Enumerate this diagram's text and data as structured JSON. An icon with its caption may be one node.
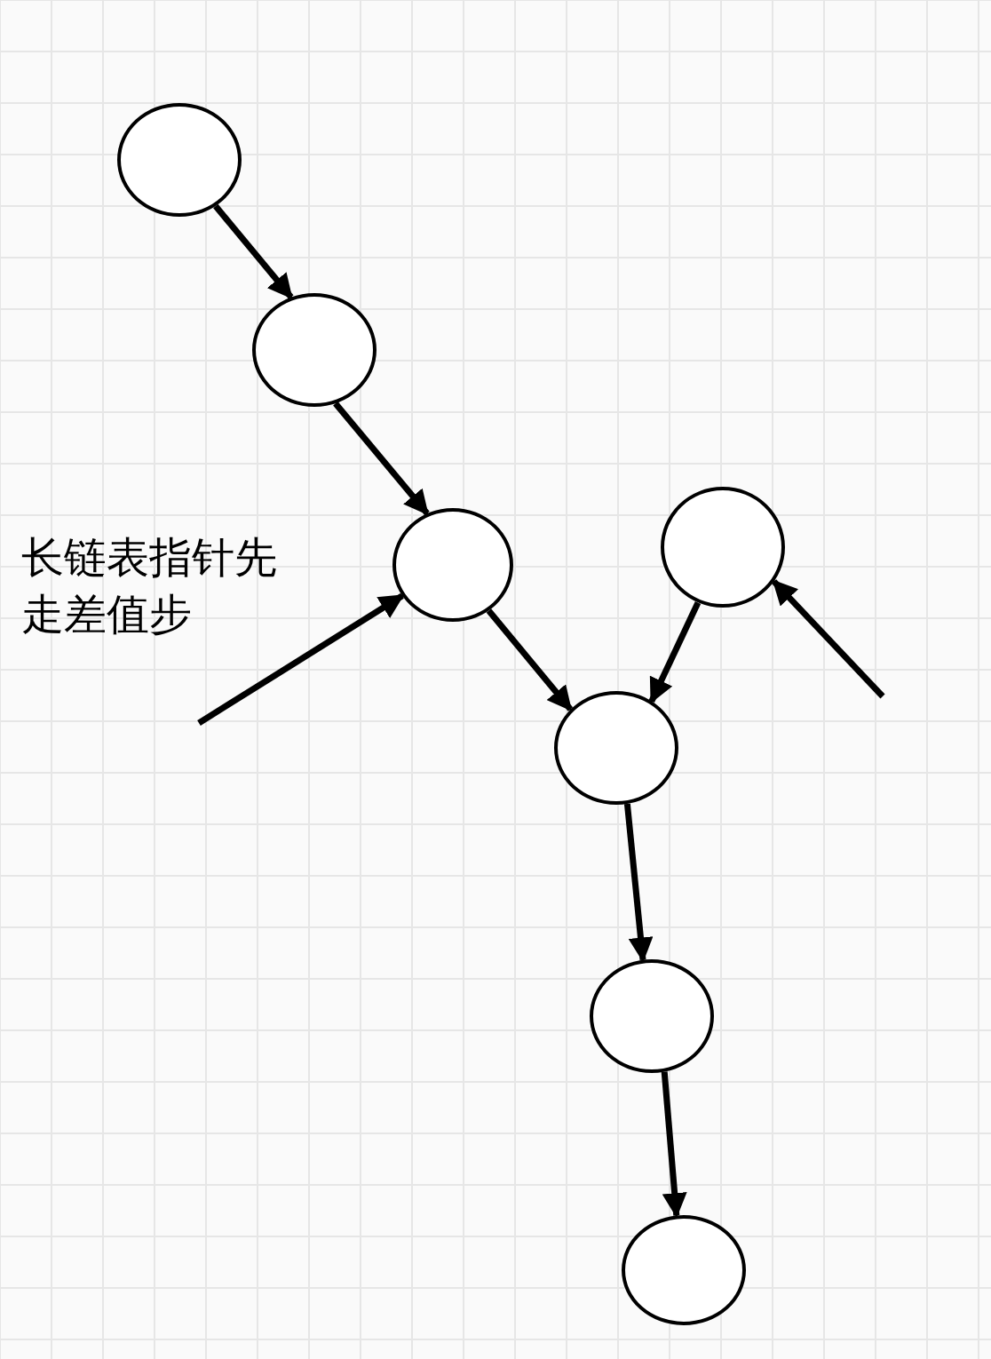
{
  "diagram": {
    "nodes": [
      {
        "text": [],
        "shape": "circle"
      },
      {
        "text": [],
        "shape": "circle"
      },
      {
        "text": [],
        "shape": "circle"
      },
      {
        "text": [],
        "shape": "circle"
      },
      {
        "text": [],
        "shape": "circle"
      },
      {
        "text": [],
        "shape": "circle"
      },
      {
        "text": [],
        "shape": "circle"
      }
    ],
    "edges": [
      {
        "from": 0,
        "to": 1,
        "arrow": "to"
      },
      {
        "from": 1,
        "to": 2,
        "arrow": "to"
      },
      {
        "from": 2,
        "to": 4,
        "arrow": "to"
      },
      {
        "from": 3,
        "to": 4,
        "arrow": "to"
      },
      {
        "from": 4,
        "to": 5,
        "arrow": "to"
      },
      {
        "from": 5,
        "to": 6,
        "arrow": "to"
      },
      {
        "from": null,
        "to": 2,
        "arrow": "to"
      },
      {
        "from": null,
        "to": 3,
        "arrow": "to"
      }
    ],
    "labels": [
      "长链表指针先走差值步"
    ]
  }
}
